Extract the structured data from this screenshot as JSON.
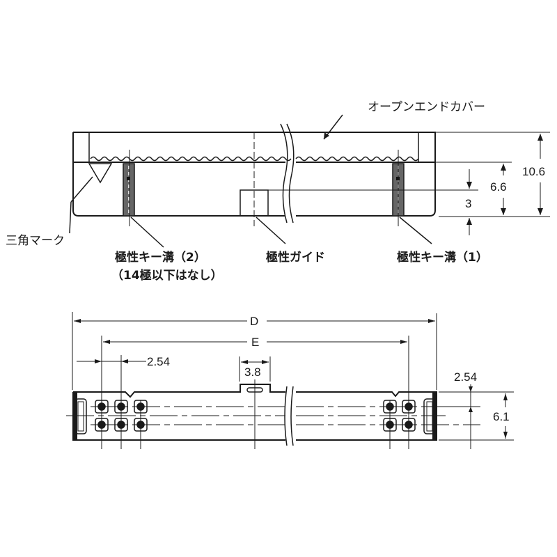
{
  "diagram": {
    "type": "connector-dimension-drawing",
    "side_view": {
      "labels": {
        "open_end_cover": "オープンエンドカバー",
        "triangle_mark": "三角マーク",
        "polarity_key_slot_2": "極性キー溝（2）",
        "polarity_key_slot_2_note": "（14極以下はなし）",
        "polarity_guide": "極性ガイド",
        "polarity_key_slot_1": "極性キー溝（1）"
      },
      "dimensions": {
        "total_height": "10.6",
        "body_height": "6.6",
        "guide_height": "3"
      }
    },
    "top_view": {
      "dimensions": {
        "overall_length": "D",
        "pin_span": "E",
        "pitch_x": "2.54",
        "guide_width": "3.8",
        "pitch_y": "2.54",
        "width": "6.1"
      }
    },
    "colors": {
      "line": "#1a1a1a",
      "background": "#ffffff",
      "hatch": "#555555"
    }
  }
}
